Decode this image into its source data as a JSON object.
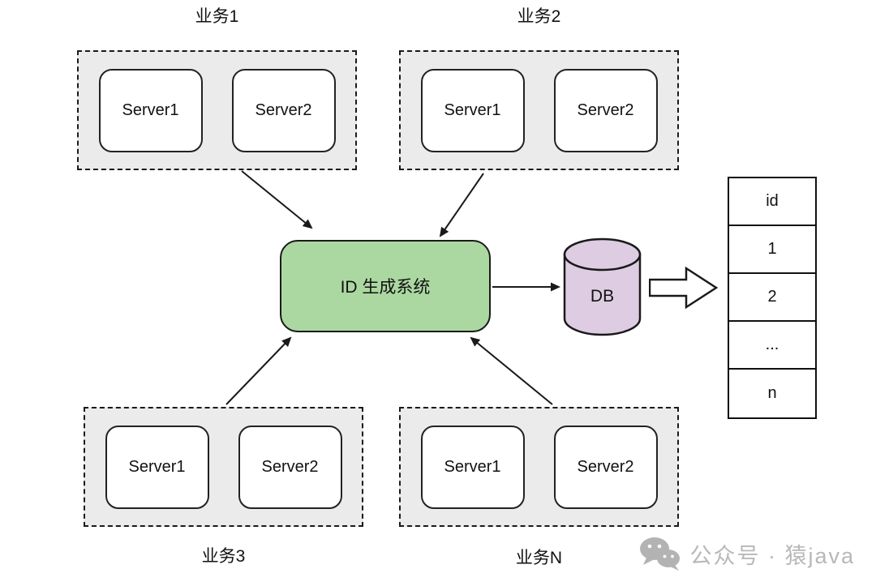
{
  "diagram": {
    "groups": [
      {
        "label": "业务1",
        "servers": [
          "Server1",
          "Server2"
        ]
      },
      {
        "label": "业务2",
        "servers": [
          "Server1",
          "Server2"
        ]
      },
      {
        "label": "业务3",
        "servers": [
          "Server1",
          "Server2"
        ]
      },
      {
        "label": "业务N",
        "servers": [
          "Server1",
          "Server2"
        ]
      }
    ],
    "id_system": {
      "label": "ID 生成系统"
    },
    "database": {
      "label": "DB"
    },
    "id_table": {
      "rows": [
        "id",
        "1",
        "2",
        "...",
        "n"
      ]
    },
    "watermark": {
      "icon": "wechat-icon",
      "text": "公众号 · 猿java"
    },
    "colors": {
      "id_system_fill": "#abd8a0",
      "db_fill": "#ddcce2",
      "group_fill": "#ebebeb",
      "line": "#1a1a1a",
      "watermark_text": "#b8b8b8"
    }
  }
}
